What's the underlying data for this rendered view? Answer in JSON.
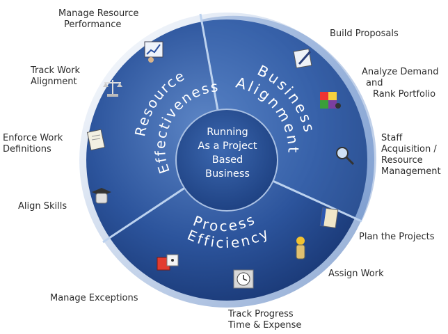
{
  "center": {
    "lines": [
      "Running",
      "As a Project",
      "Based",
      "Business"
    ]
  },
  "segments": {
    "business_alignment": [
      "Business",
      "Alignment"
    ],
    "resource_effectiveness": [
      "Resource",
      "Effectiveness"
    ],
    "process_efficiency": [
      "Process",
      "Efficiency"
    ]
  },
  "labels": {
    "manage_resource_performance": [
      "Manage Resource",
      "Performance"
    ],
    "track_work_alignment": [
      "Track Work",
      "Alignment"
    ],
    "enforce_work_definitions": [
      "Enforce Work",
      "Definitions"
    ],
    "align_skills": "Align Skills",
    "manage_exceptions": "Manage Exceptions",
    "track_progress": [
      "Track Progress",
      "Time & Expense"
    ],
    "assign_work": "Assign Work",
    "plan_projects": "Plan the Projects",
    "staff_acquisition": [
      "Staff",
      "Acquisition /",
      "Resource",
      "Management"
    ],
    "analyze_demand": [
      "Analyze Demand",
      "and",
      "Rank Portfolio"
    ],
    "build_proposals": "Build Proposals"
  },
  "icons": [
    "chart-icon",
    "scales-icon",
    "document-icon",
    "graduation-icon",
    "dice-icon",
    "clock-icon",
    "worker-icon",
    "book-icon",
    "magnifier-icon",
    "portfolio-cube-icon",
    "pencil-icon"
  ],
  "colors": {
    "dark_blue": "#15356f",
    "mid_blue": "#2f5fa8",
    "light_blue": "#6d94cf",
    "ring": "#d6e2f2"
  }
}
